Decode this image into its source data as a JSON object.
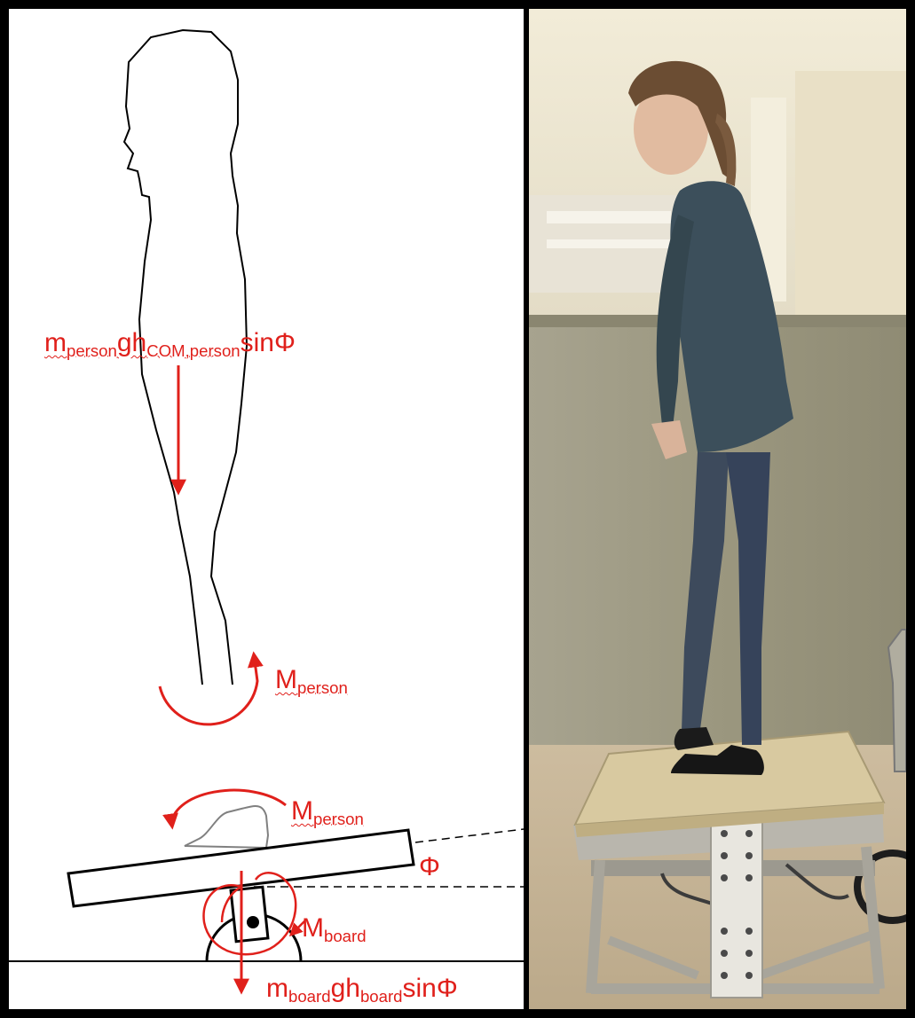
{
  "labels": {
    "person_gravity": {
      "m": "m",
      "m_sub": "person",
      "gh": "gh",
      "h_sub": "COM,person",
      "sin": "sin",
      "phi": "Φ"
    },
    "m_person_upper": {
      "main": "M",
      "sub": "person"
    },
    "m_person_lower": {
      "main": "M",
      "sub": "person"
    },
    "phi_angle": "Φ",
    "m_board": {
      "main": "M",
      "sub": "board"
    },
    "board_gravity": {
      "m": "m",
      "m_sub": "board",
      "gh": "gh",
      "h_sub": "board",
      "sin": "sin",
      "phi": "Φ"
    }
  },
  "colors": {
    "annotation": "#e0201b",
    "outline": "#000000",
    "foot_outline": "#808080",
    "plywood": "#d8c9a0",
    "wall": "#9f9b86",
    "carpet": "#c9b89c"
  }
}
